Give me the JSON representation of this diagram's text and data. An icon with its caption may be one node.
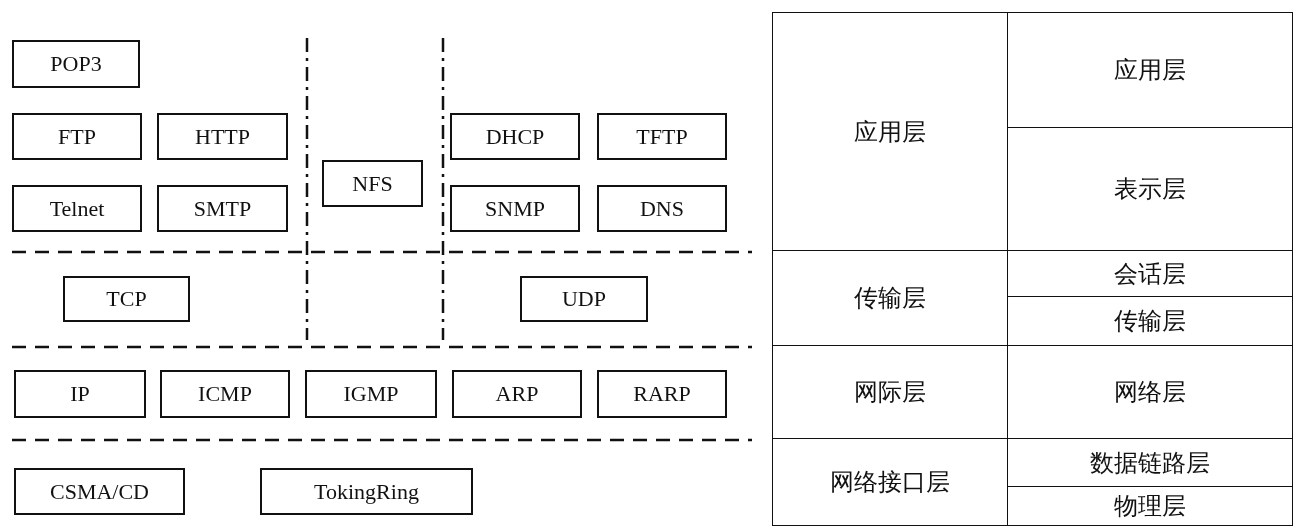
{
  "diagram": {
    "nodes": [
      {
        "text": [
          "POP3"
        ]
      },
      {
        "text": [
          "FTP"
        ]
      },
      {
        "text": [
          "HTTP"
        ]
      },
      {
        "text": [
          "Telnet"
        ]
      },
      {
        "text": [
          "SMTP"
        ]
      },
      {
        "text": [
          "NFS"
        ]
      },
      {
        "text": [
          "DHCP"
        ]
      },
      {
        "text": [
          "TFTP"
        ]
      },
      {
        "text": [
          "SNMP"
        ]
      },
      {
        "text": [
          "DNS"
        ]
      },
      {
        "text": [
          "TCP"
        ]
      },
      {
        "text": [
          "UDP"
        ]
      },
      {
        "text": [
          "IP"
        ]
      },
      {
        "text": [
          "ICMP"
        ]
      },
      {
        "text": [
          "IGMP"
        ]
      },
      {
        "text": [
          "ARP"
        ]
      },
      {
        "text": [
          "RARP"
        ]
      },
      {
        "text": [
          "CSMA/CD"
        ]
      },
      {
        "text": [
          "TokingRing"
        ]
      },
      {
        "text": [
          "应用层"
        ]
      },
      {
        "text": [
          "应用层"
        ]
      },
      {
        "text": [
          "表示层"
        ]
      },
      {
        "text": [
          "传输层"
        ]
      },
      {
        "text": [
          "会话层"
        ]
      },
      {
        "text": [
          "传输层"
        ]
      },
      {
        "text": [
          "网际层"
        ]
      },
      {
        "text": [
          "网络层"
        ]
      },
      {
        "text": [
          "网络接口层"
        ]
      },
      {
        "text": [
          "数据链路层"
        ]
      },
      {
        "text": [
          "物理层"
        ]
      }
    ]
  }
}
